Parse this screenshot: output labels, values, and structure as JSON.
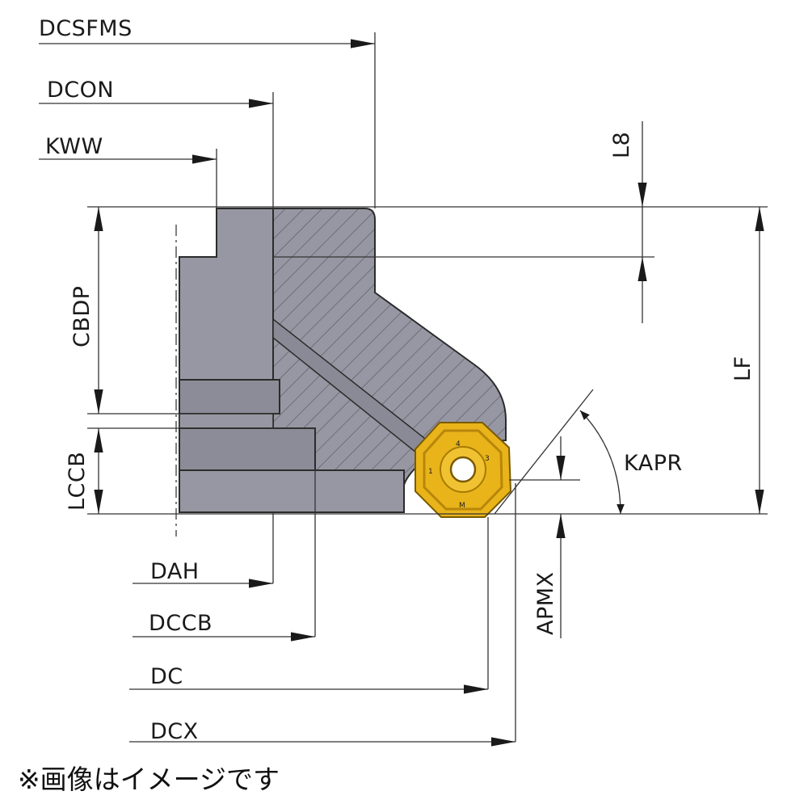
{
  "labels": {
    "dcsfms": "DCSFMS",
    "dcon": "DCON",
    "kww": "KWW",
    "cbdp": "CBDP",
    "lccb": "LCCB",
    "dah": "DAH",
    "dccb": "DCCB",
    "dc": "DC",
    "dcx": "DCX",
    "l8": "L8",
    "lf": "LF",
    "kapr": "KAPR",
    "apmx": "APMX"
  },
  "note": "※画像はイメージです",
  "colors": {
    "body": "#9797a3",
    "body_dark": "#7d7d8a",
    "outline": "#2b2b2b",
    "insert": "#e8b41a",
    "insert_dark": "#b8860b",
    "dim_line": "#333333"
  }
}
